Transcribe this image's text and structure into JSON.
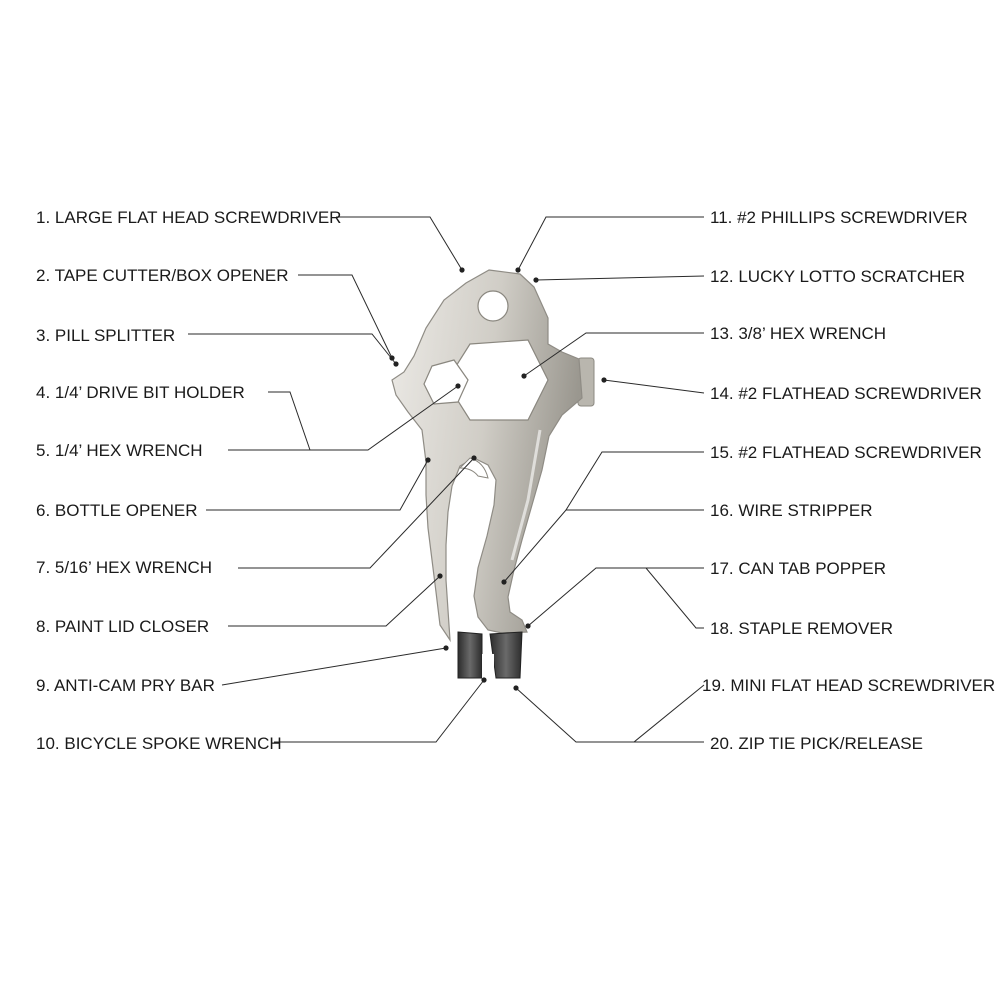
{
  "colors": {
    "background": "#ffffff",
    "text": "#1a1a1a",
    "leader_line": "#2a2a2a",
    "tool_steel_light": "#eceae6",
    "tool_steel_mid": "#d0cdc6",
    "tool_steel_dark": "#9a978f",
    "tool_black_tip": "#3a3a3a"
  },
  "diagram": {
    "subject": "multi-tool",
    "left_labels": [
      "1.  LARGE FLAT HEAD SCREWDRIVER",
      "2.  TAPE CUTTER/BOX OPENER",
      "3.  PILL SPLITTER",
      "4.  1/4’   DRIVE BIT HOLDER",
      "5.  1/4’   HEX WRENCH",
      "6.  BOTTLE OPENER",
      "7.  5/16’   HEX WRENCH",
      "8.  PAINT LID CLOSER",
      "9. ANTI-CAM PRY BAR",
      "10. BICYCLE SPOKE WRENCH"
    ],
    "right_labels": [
      "11. #2 PHILLIPS SCREWDRIVER",
      "12. LUCKY LOTTO SCRATCHER",
      "13. 3/8’   HEX WRENCH",
      "14. #2 FLATHEAD SCREWDRIVER",
      "15. #2 FLATHEAD SCREWDRIVER",
      "16. WIRE STRIPPER",
      "17. CAN TAB POPPER",
      "18. STAPLE REMOVER",
      "19. MINI FLAT HEAD SCREWDRIVER",
      "20. ZIP TIE PICK/RELEASE"
    ]
  }
}
